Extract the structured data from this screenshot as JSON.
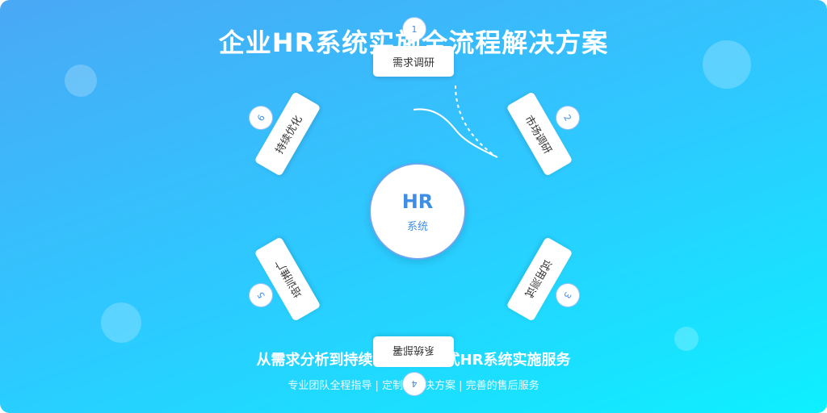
{
  "title": "企业HR系统实施全流程解决方案",
  "center": {
    "main": "HR",
    "sub": "系统"
  },
  "steps": [
    {
      "number": "1",
      "label": "需求调研"
    },
    {
      "number": "2",
      "label": "市场调研"
    },
    {
      "number": "3",
      "label": "试用测试"
    },
    {
      "number": "4",
      "label": "系统部署"
    },
    {
      "number": "5",
      "label": "培训推广"
    },
    {
      "number": "6",
      "label": "持续优化"
    }
  ],
  "subtitle": "从需求分析到持续优化的一站式HR系统实施服务",
  "tagline": "专业团队全程指导 | 定制化解决方案 | 完善的售后服务",
  "colors": {
    "accent": "#3f8ee6",
    "bg_start": "#4aa8f5",
    "bg_end": "#0df0ff"
  }
}
